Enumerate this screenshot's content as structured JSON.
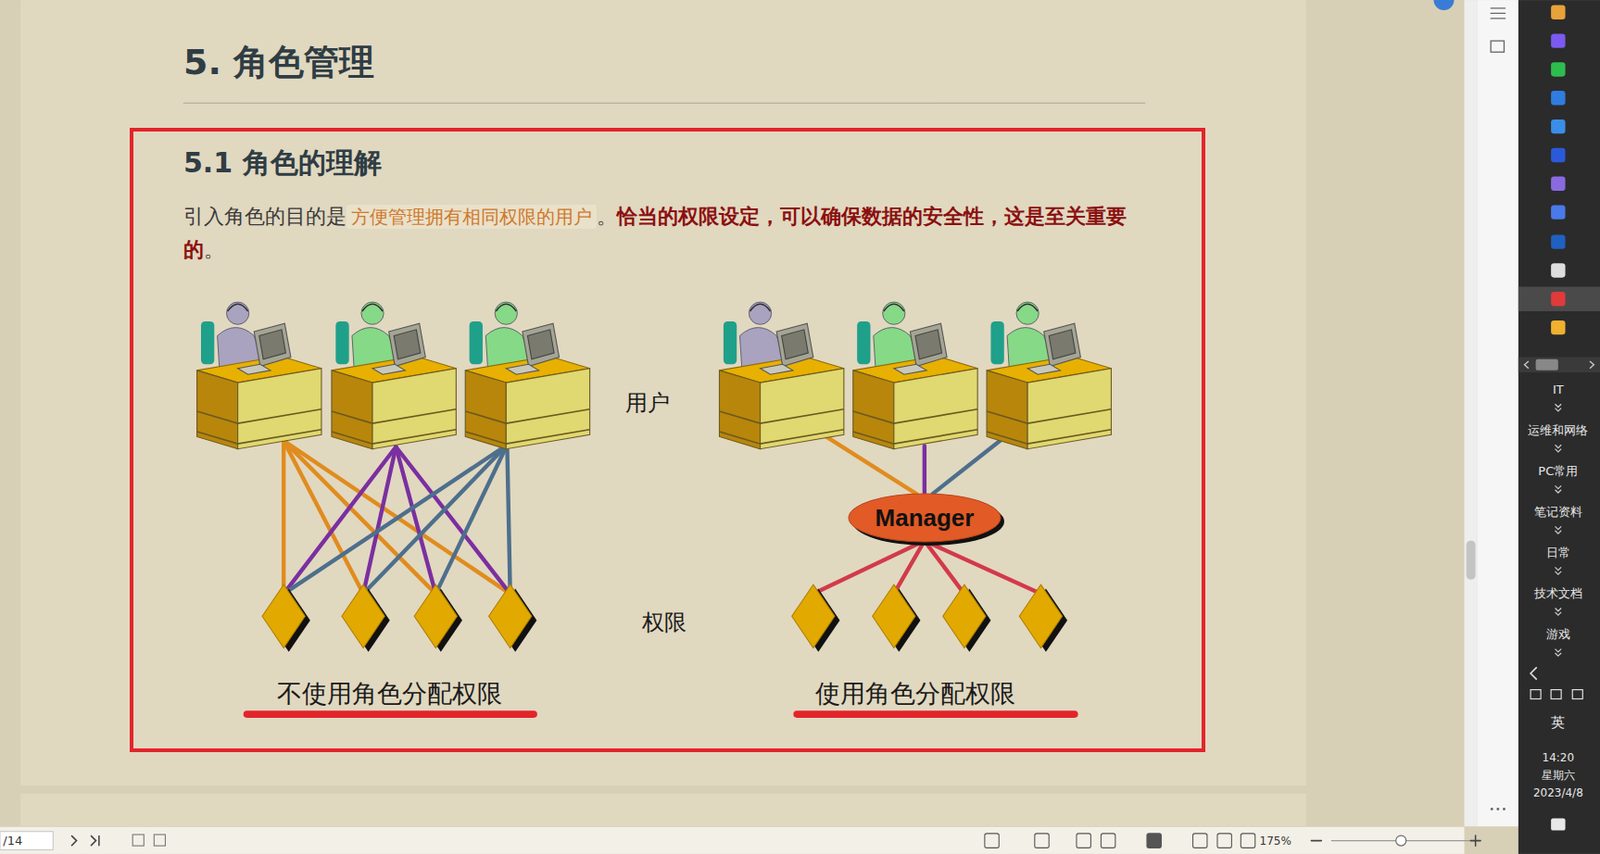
{
  "diagram": {
    "title": "5. 角色管理",
    "nodes": [
      {
        "text": [
          "5.1 角色的理解",
          "引入角色的目的是",
          "方便管理拥有相同权限的用户",
          "。",
          "恰当的权限设定，可以确保数据的安全性，这是至关重要的",
          "。"
        ]
      },
      {
        "text": [
          "Manager"
        ],
        "in": 0
      }
    ],
    "labels": [
      "用户",
      "权限",
      "不使用角色分配权限",
      "使用角色分配权限",
      "IT",
      "运维和网络",
      "PC常用",
      "笔记资料",
      "日常",
      "技术文档",
      "游戏",
      "英",
      "14:20",
      "星期六",
      "2023/4/8",
      "/14",
      "175%"
    ]
  }
}
